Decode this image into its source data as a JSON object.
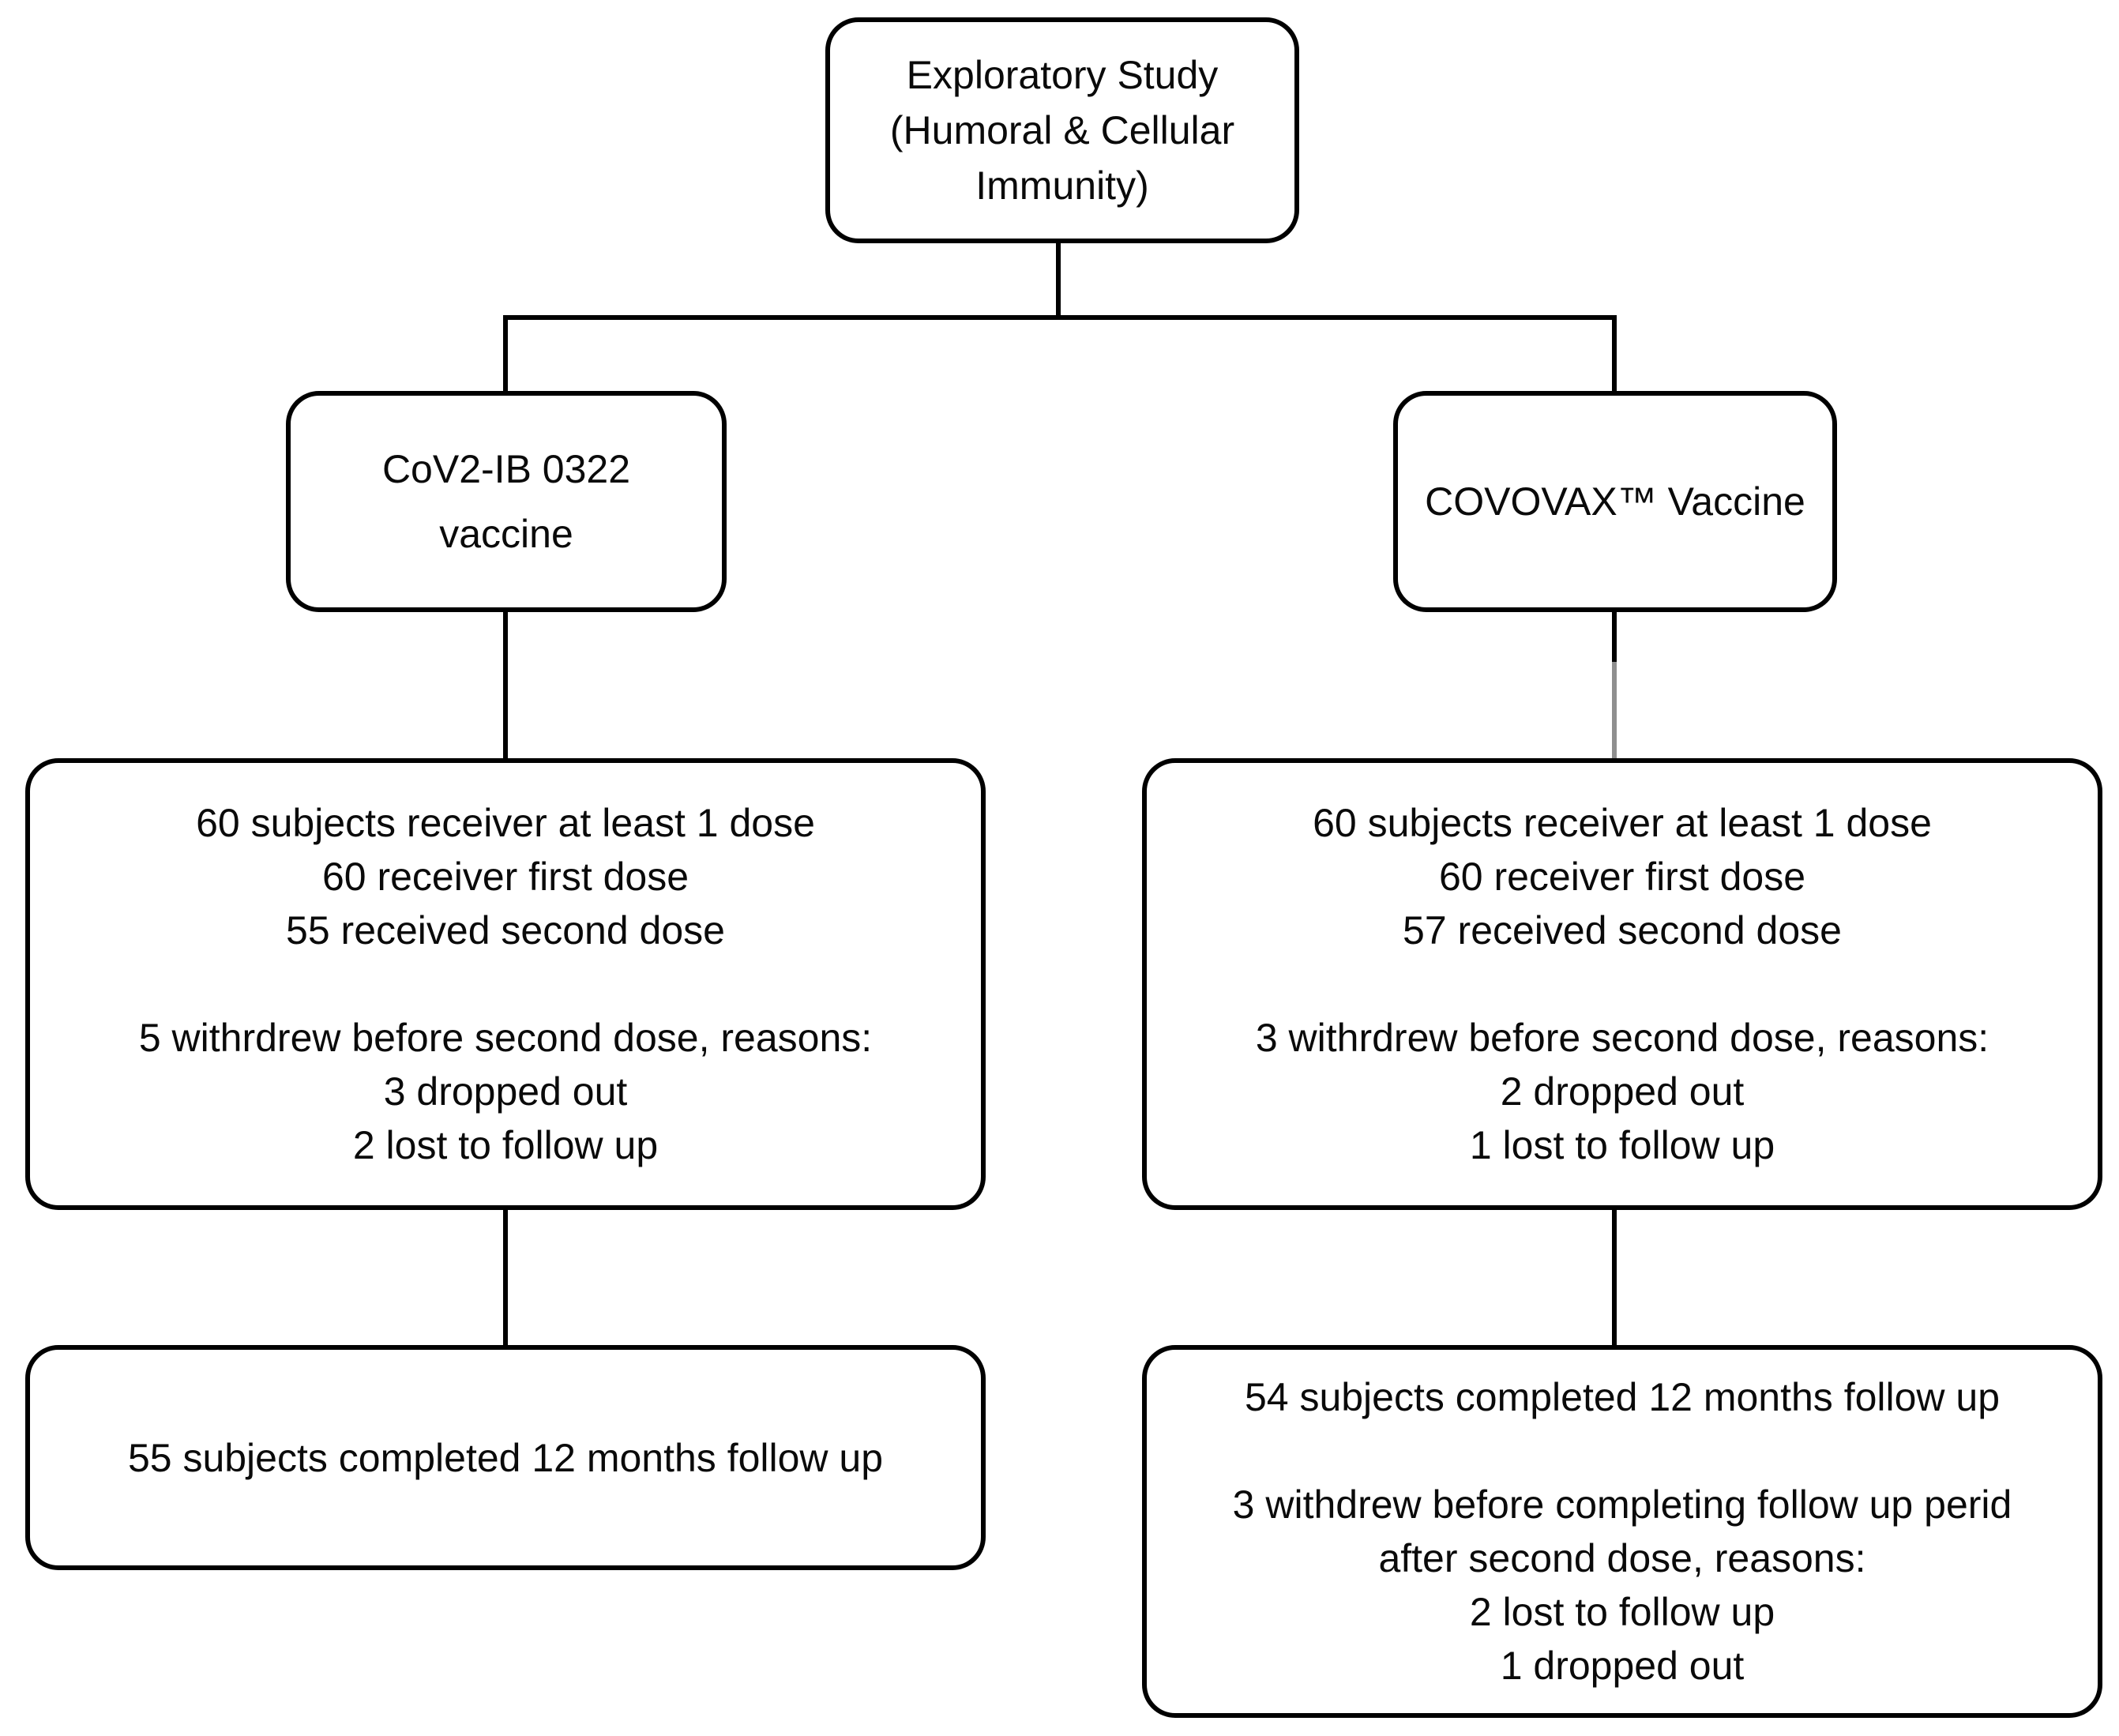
{
  "diagram": {
    "colors": {
      "border": "#000000",
      "text": "#0a0a0a",
      "background": "#ffffff",
      "connector": "#000000",
      "connector_faded": "#8f8f8f"
    },
    "title_box": {
      "lines": [
        "Exploratory Study",
        "(Humoral & Cellular",
        "Immunity)"
      ]
    },
    "left_arm": {
      "label_box": {
        "lines": [
          "CoV2-IB 0322",
          "vaccine"
        ]
      },
      "enrollment_box": {
        "lines": [
          "60 subjects receiver at least 1 dose",
          "60 receiver first dose",
          "55 received second dose",
          "",
          "5 withrdrew before second dose, reasons:",
          "3 dropped out",
          "2 lost to follow up"
        ]
      },
      "followup_box": {
        "lines": [
          "55 subjects completed 12 months follow up"
        ]
      }
    },
    "right_arm": {
      "label_box": {
        "lines": [
          "COVOVAX™ Vaccine"
        ]
      },
      "enrollment_box": {
        "lines": [
          "60 subjects receiver at least 1 dose",
          "60 receiver first dose",
          "57 received second dose",
          "",
          "3 withrdrew before second dose, reasons:",
          "2 dropped out",
          "1 lost to follow up"
        ]
      },
      "followup_box": {
        "lines": [
          "54 subjects completed 12 months follow up",
          "",
          "3 withdrew before completing follow up perid",
          "after second dose, reasons:",
          "2 lost to follow up",
          "1 dropped out"
        ]
      }
    }
  }
}
